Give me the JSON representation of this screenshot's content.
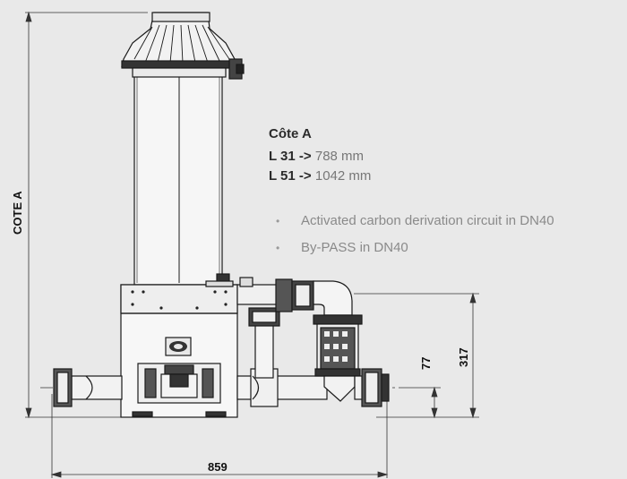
{
  "dimensions": {
    "height_label": "COTE A",
    "width_label": "859",
    "height_317": "317",
    "height_77": "77"
  },
  "info": {
    "title": "Côte A",
    "rows": [
      {
        "model": "L 31",
        "arrow": "->",
        "value": "788 mm"
      },
      {
        "model": "L 51",
        "arrow": "->",
        "value": "1042 mm"
      }
    ]
  },
  "features": [
    "Activated carbon derivation circuit in DN40",
    "By-PASS in DN40"
  ],
  "colors": {
    "background": "#e9e9e9",
    "line": "#1a1a1a",
    "body_fill": "#f4f4f4"
  }
}
